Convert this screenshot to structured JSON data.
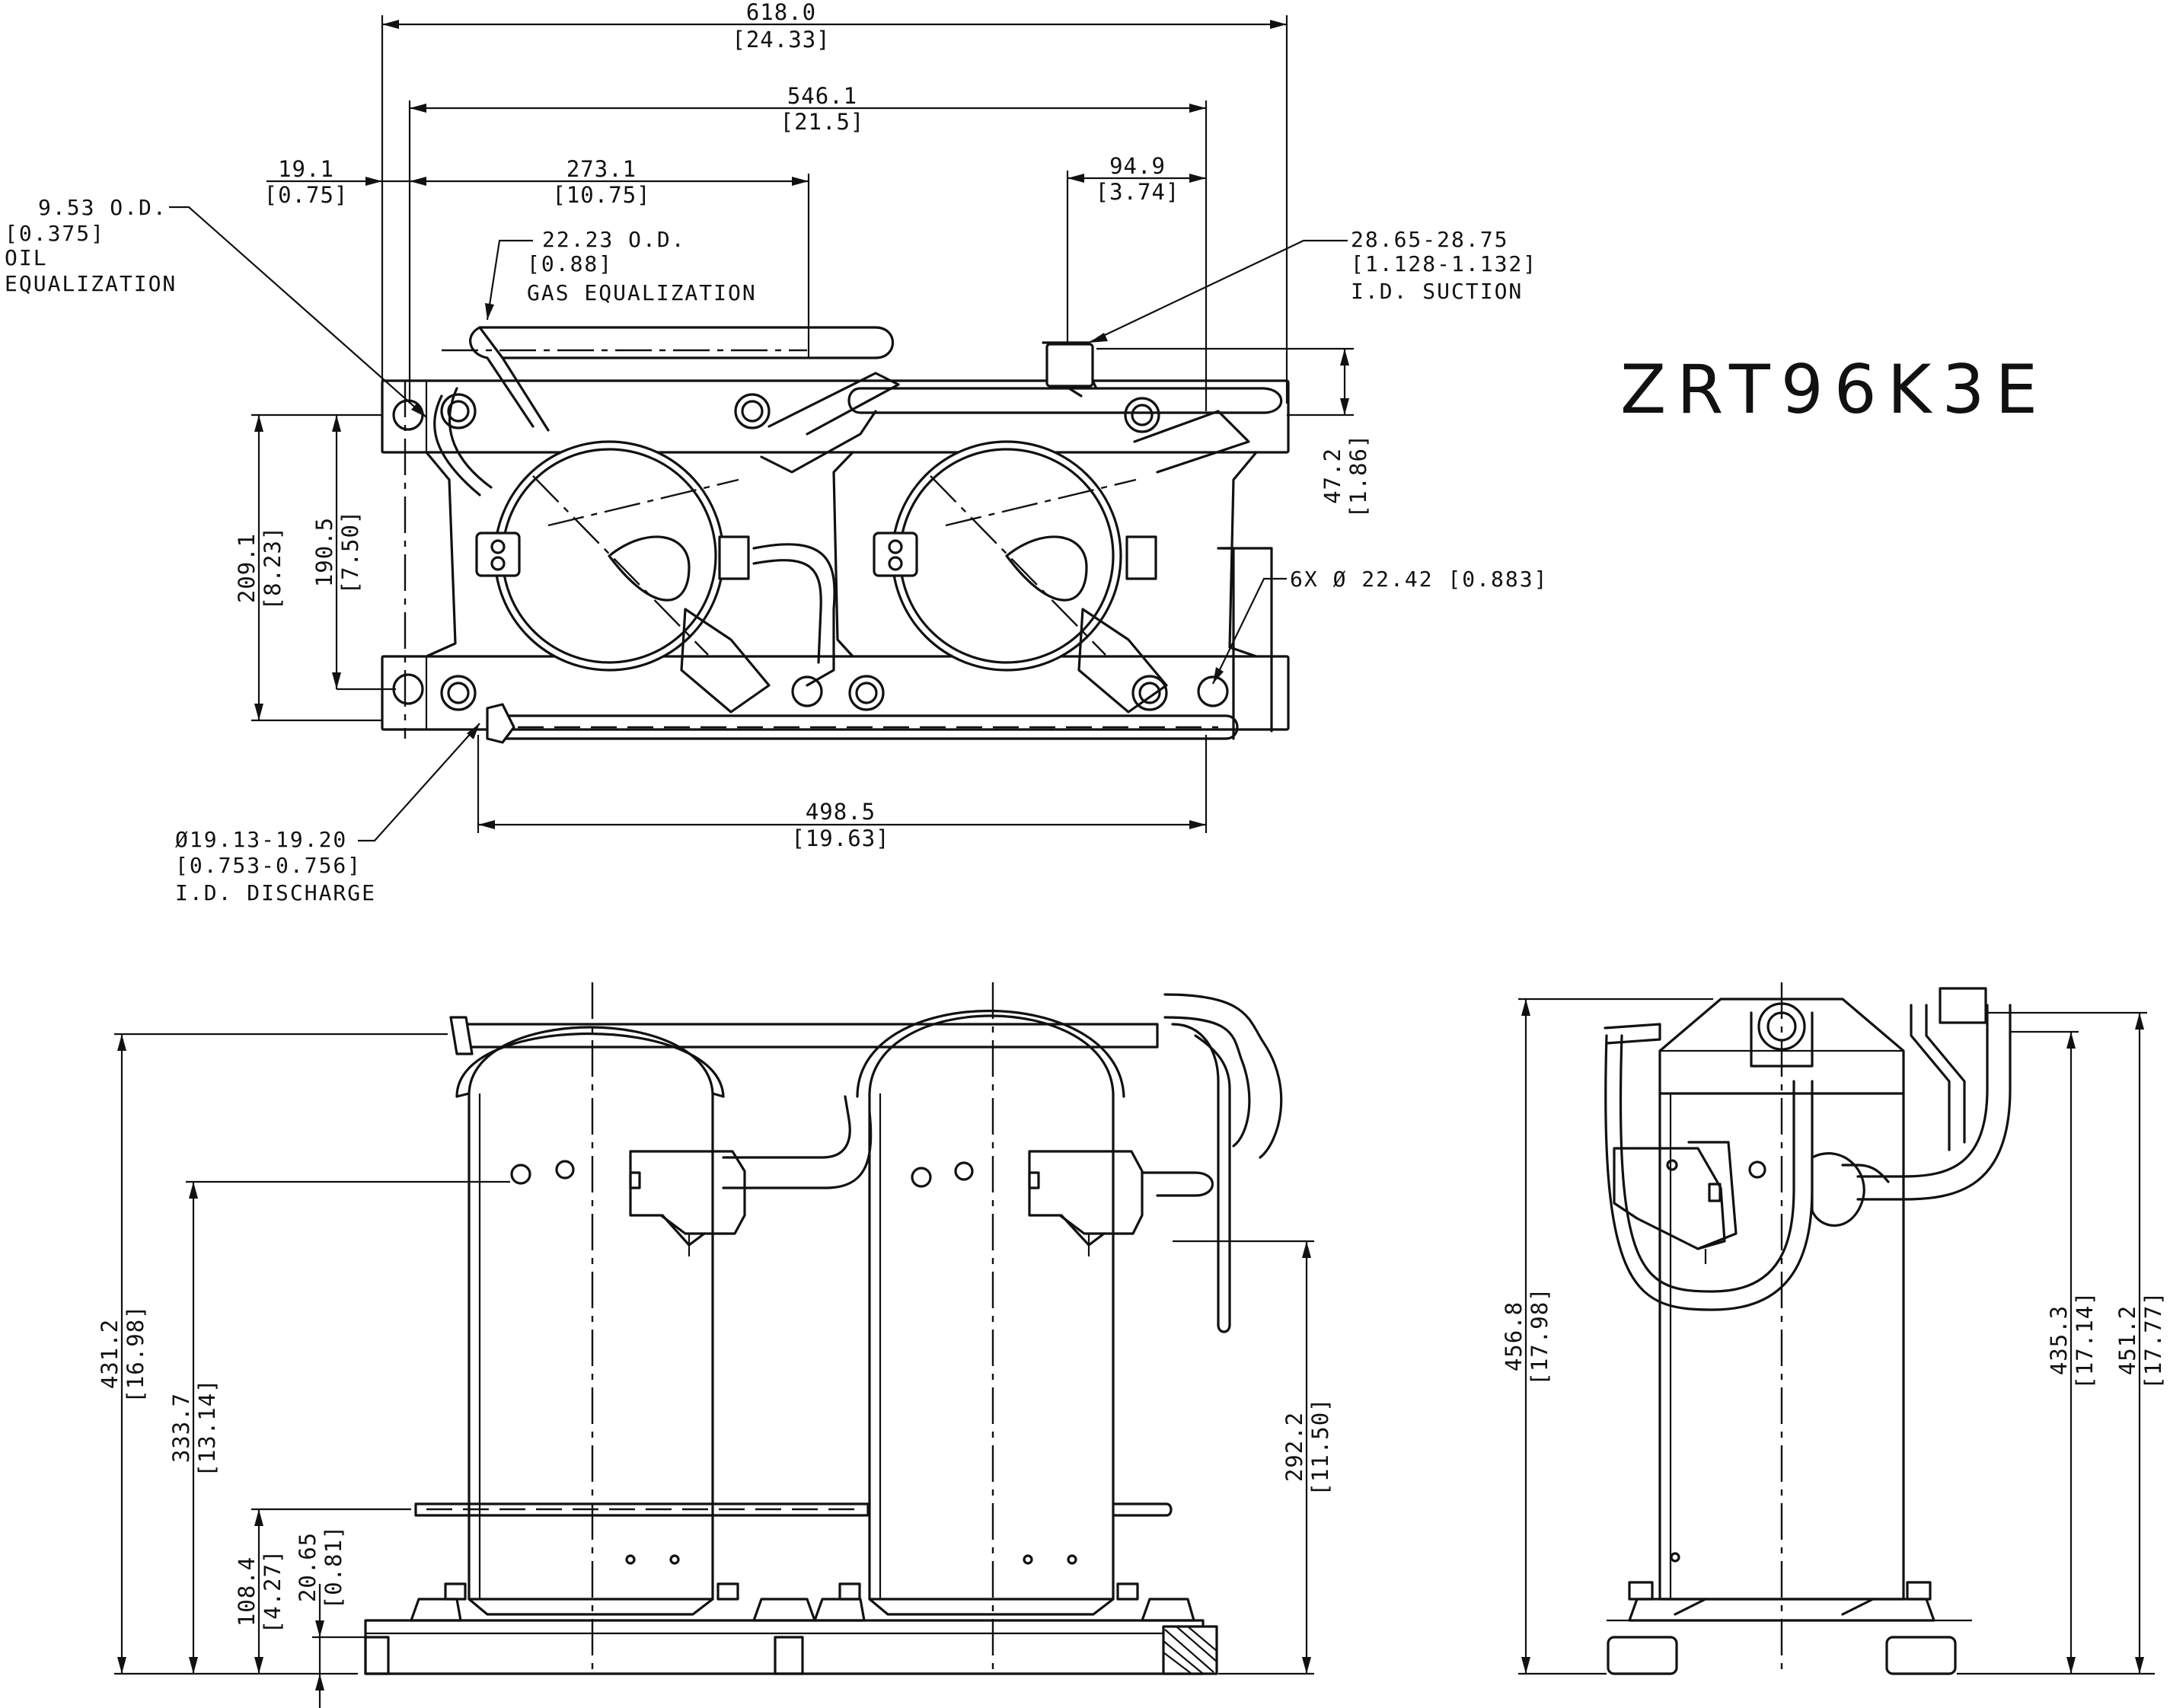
{
  "model": "ZRT96K3E",
  "top_view": {
    "dims": {
      "overall_width": {
        "mm": "618.0",
        "in": "[24.33]"
      },
      "mount_span": {
        "mm": "546.1",
        "in": "[21.5]"
      },
      "oil_offset": {
        "mm": "19.1",
        "in": "[0.75]"
      },
      "gas_offset": {
        "mm": "273.1",
        "in": "[10.75]"
      },
      "suction_offset": {
        "mm": "94.9",
        "in": "[3.74]"
      },
      "depth_overall": {
        "mm": "209.1",
        "in": "[8.23]"
      },
      "depth_mount": {
        "mm": "190.5",
        "in": "[7.50]"
      },
      "suction_height": {
        "mm": "47.2",
        "in": "[1.86]"
      },
      "discharge_span": {
        "mm": "498.5",
        "in": "[19.63]"
      }
    },
    "callouts": {
      "oil_equalization": [
        "9.53  O.D.",
        "[0.375]",
        "OIL",
        "EQUALIZATION"
      ],
      "gas_equalization": [
        "22.23 O.D.",
        "[0.88]",
        "GAS EQUALIZATION"
      ],
      "suction": [
        "28.65-28.75",
        "[1.128-1.132]",
        "I.D. SUCTION"
      ],
      "mount_holes": [
        "6X Ø  22.42 [0.883]"
      ],
      "discharge": [
        "Ø19.13-19.20",
        "[0.753-0.756]",
        "I.D. DISCHARGE"
      ]
    }
  },
  "front_view": {
    "dims": {
      "height_overall": {
        "mm": "431.2",
        "in": "[16.98]"
      },
      "height_sightglass": {
        "mm": "333.7",
        "in": "[13.14]"
      },
      "height_oil_line": {
        "mm": "108.4",
        "in": "[4.27]"
      },
      "height_base": {
        "mm": "20.65",
        "in": "[0.81]"
      },
      "height_discharge": {
        "mm": "292.2",
        "in": "[11.50]"
      }
    }
  },
  "side_view": {
    "dims": {
      "height_total": {
        "mm": "456.8",
        "in": "[17.98]"
      },
      "height_suction": {
        "mm": "435.3",
        "in": "[17.14]"
      },
      "height_top": {
        "mm": "451.2",
        "in": "[17.77]"
      }
    }
  }
}
